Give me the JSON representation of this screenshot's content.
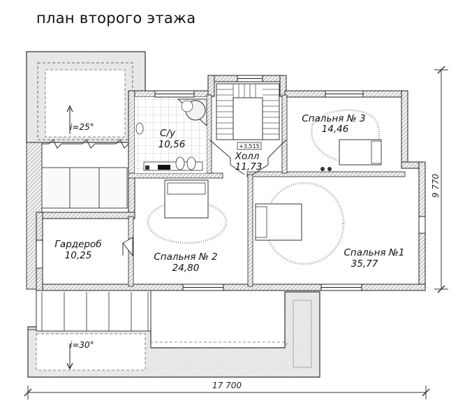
{
  "title": "план второго этажа",
  "rooms": {
    "bathroom": {
      "name": "С/у",
      "area": "10,56"
    },
    "hall": {
      "name": "Холл",
      "area": "11,73"
    },
    "hall_mark": "+3,515",
    "bedroom3": {
      "name": "Спальня № 3",
      "area": "14,46"
    },
    "bedroom2": {
      "name": "Спальня № 2",
      "area": "24,80"
    },
    "bedroom1": {
      "name": "Спальня №1",
      "area": "35,77"
    },
    "wardrobe": {
      "name": "Гардероб",
      "area": "10,25"
    }
  },
  "roof": {
    "upper_slope": "i=25°",
    "lower_slope": "i=30°"
  },
  "dimensions": {
    "width": "17 700",
    "depth": "9 770"
  },
  "colors": {
    "wall_hatch": "#9a9a9a",
    "line": "#222222",
    "roof_fill": "#ececec",
    "tile": "#bdbdbd"
  }
}
